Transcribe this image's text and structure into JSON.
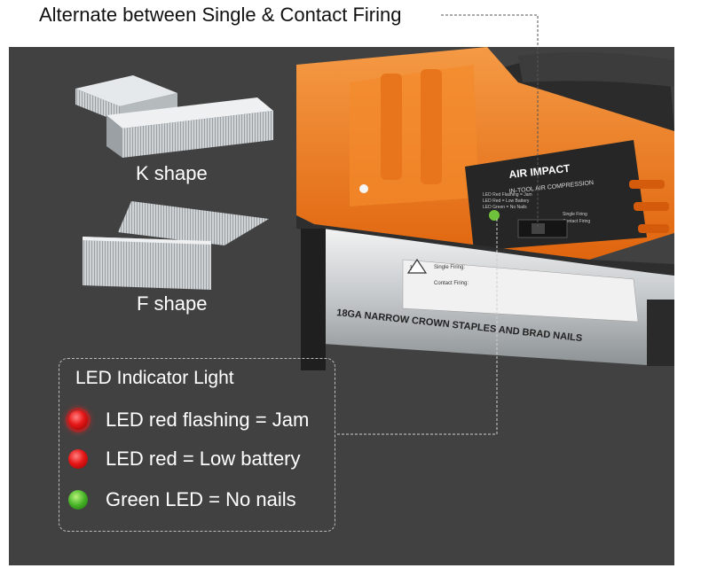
{
  "header": {
    "title": "Alternate between Single & Contact Firing"
  },
  "nail_types": {
    "k_label": "K shape",
    "f_label": "F shape"
  },
  "tool": {
    "brand": "AIR IMPACT",
    "brand_sub": "IN-TOOL AIR COMPRESSION",
    "mode_single": "Single Firing",
    "mode_contact": "Contact Firing",
    "magazine_text": "18GA NARROW CROWN STAPLES AND BRAD NAILS",
    "led_panel_lines": [
      "LED Red Flashing = Jam",
      "LED Red = Low Battery",
      "LED Green = No Nails"
    ],
    "warning_lines": [
      "Single Firing:",
      "Contact Firing:"
    ],
    "body_color": "#f07a1e"
  },
  "legend": {
    "title": "LED Indicator Light",
    "items": [
      {
        "text": "LED red flashing = Jam",
        "color": "red",
        "flashing": true
      },
      {
        "text": "LED red = Low battery",
        "color": "red",
        "flashing": false
      },
      {
        "text": "Green LED = No nails",
        "color": "green",
        "flashing": false
      }
    ]
  }
}
